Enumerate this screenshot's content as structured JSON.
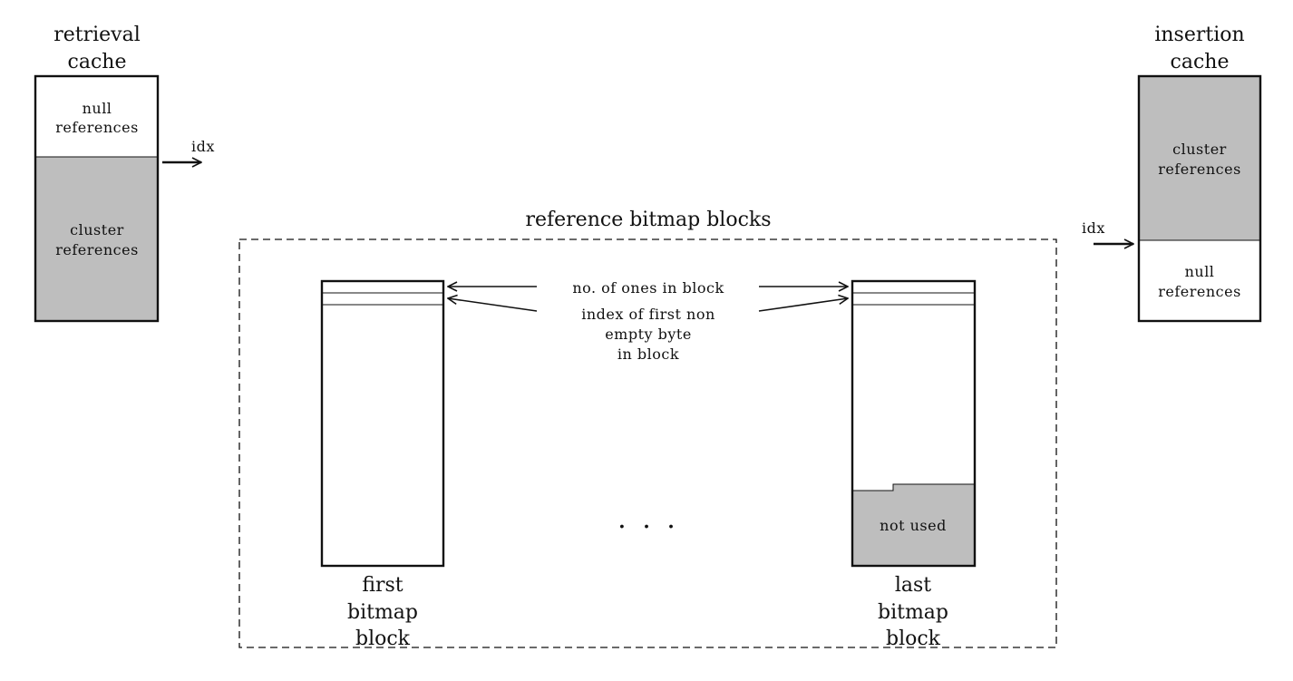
{
  "retrieval_cache": {
    "title_line1": "retrieval",
    "title_line2": "cache",
    "top_label_line1": "null",
    "top_label_line2": "references",
    "bottom_label_line1": "cluster",
    "bottom_label_line2": "references",
    "pointer_label": "idx"
  },
  "insertion_cache": {
    "title_line1": "insertion",
    "title_line2": "cache",
    "top_label_line1": "cluster",
    "top_label_line2": "references",
    "bottom_label_line1": "null",
    "bottom_label_line2": "references",
    "pointer_label": "idx"
  },
  "bitmap_region": {
    "title": "reference bitmap blocks",
    "header_label_1": "no. of ones in block",
    "header_label_2_line1": "index of first non",
    "header_label_2_line2": "empty byte",
    "header_label_2_line3": "in block",
    "ellipsis": ". . .",
    "first_block_line1": "first",
    "first_block_line2": "bitmap",
    "first_block_line3": "block",
    "last_block_line1": "last",
    "last_block_line2": "bitmap",
    "last_block_line3": "block",
    "unused_label": "not used"
  },
  "colors": {
    "fill_gray": "#bebebe",
    "stroke": "#111111"
  }
}
